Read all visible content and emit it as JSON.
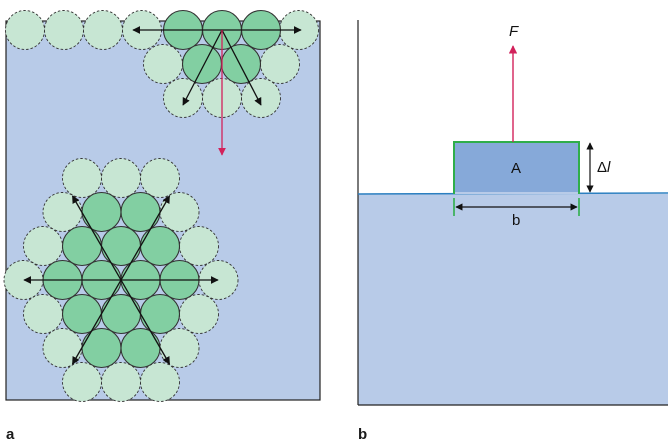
{
  "panels": {
    "a": {
      "label": "a"
    },
    "b": {
      "label": "b",
      "force_label": "F",
      "area_label": "A",
      "width_label": "b",
      "delta_symbol": "Δ",
      "delta_var": "l"
    }
  },
  "colors": {
    "liquid": "#b8cbe8",
    "surface_line": "#2b7fc0",
    "molecule_light": "#c7e6d3",
    "molecule_dark": "#82cfa2",
    "molecule_outline": "#333333",
    "force_arrow": "#d2225b",
    "frame_green": "#2fae4a",
    "film_fill": "#86a9d9",
    "arrow_black": "#111111"
  }
}
